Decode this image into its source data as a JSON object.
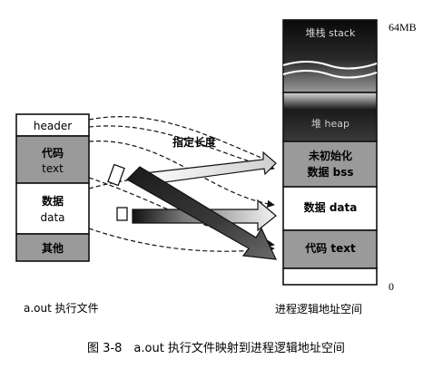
{
  "exec_file": {
    "segments": [
      {
        "line1": "header",
        "line2": ""
      },
      {
        "line1": "代码",
        "line2": "text"
      },
      {
        "line1": "数据",
        "line2": "data"
      },
      {
        "line1": "其他",
        "line2": ""
      }
    ],
    "caption": "a.out 执行文件"
  },
  "address_space": {
    "top_label": "64MB",
    "bottom_label": "0",
    "stack_label": "堆栈 stack",
    "heap_label": "堆 heap",
    "bss_line1": "未初始化",
    "bss_line2": "数据 bss",
    "data_label": "数据 data",
    "text_label": "代码 text",
    "caption": "进程逻辑地址空间"
  },
  "mapping_label": "指定长度",
  "figure_caption": "图 3-8　a.out 执行文件映射到进程逻辑地址空间"
}
